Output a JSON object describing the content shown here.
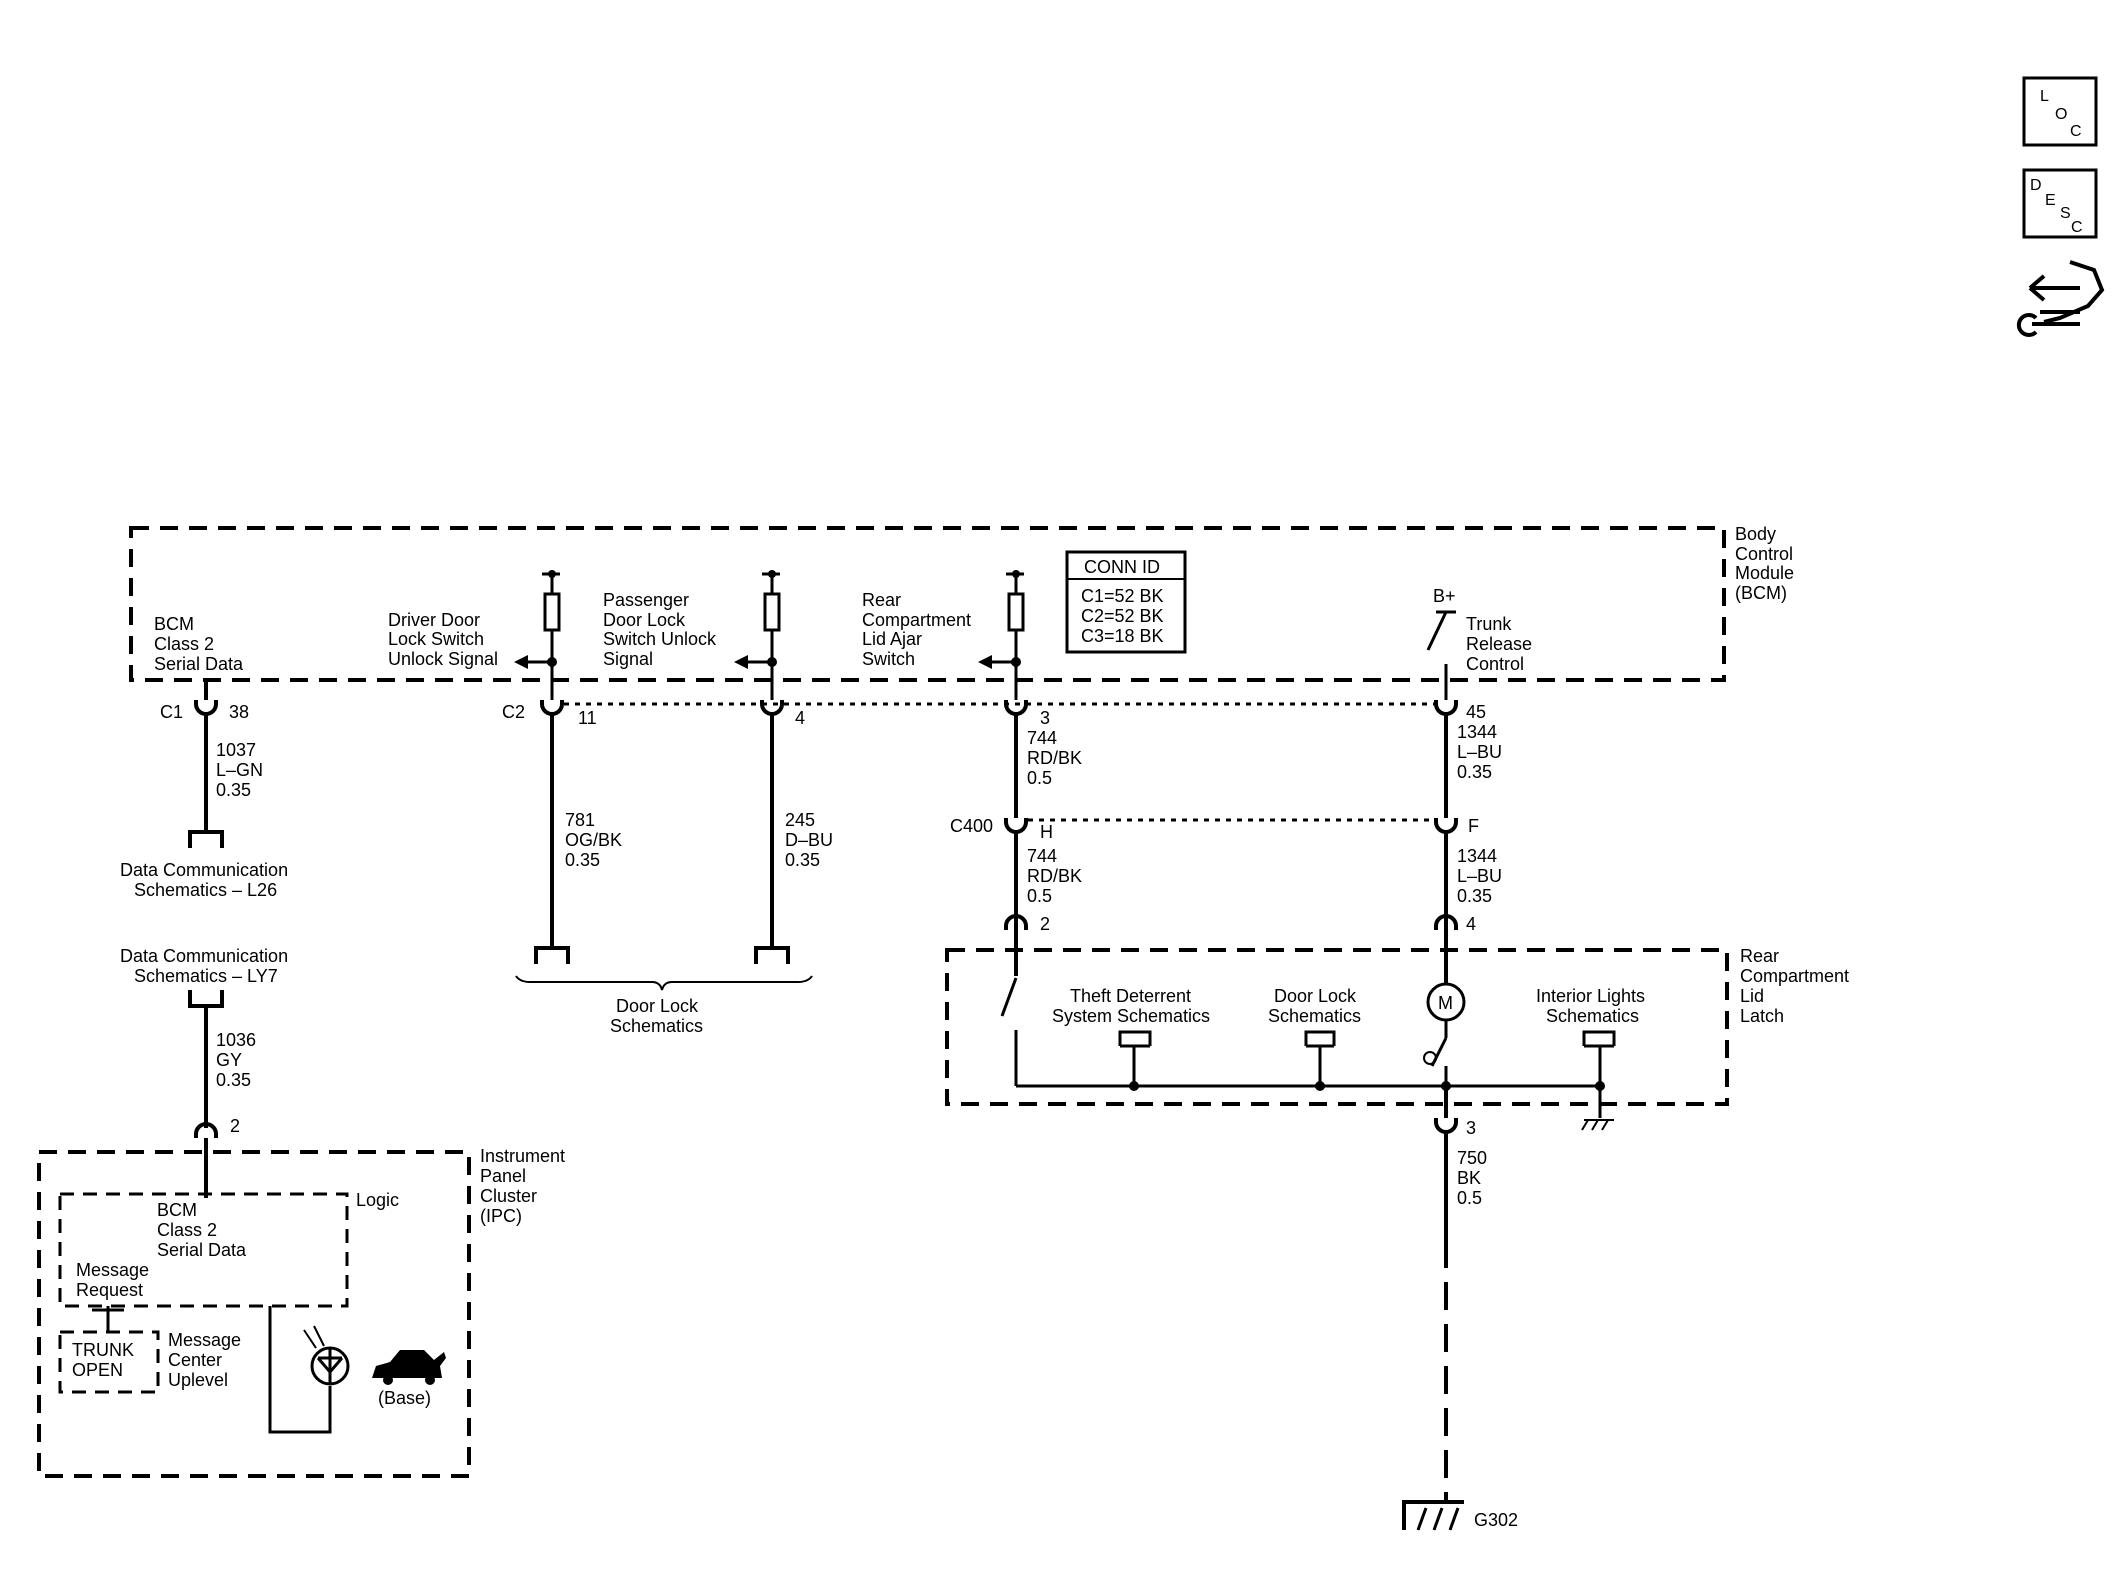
{
  "icons": {
    "loc": [
      "L",
      "O",
      "C"
    ],
    "desc": [
      "D",
      "E",
      "S",
      "C"
    ]
  },
  "bcm": {
    "title": [
      "Body",
      "Control",
      "Module",
      "(BCM)"
    ],
    "serial_data": [
      "BCM",
      "Class 2",
      "Serial Data"
    ],
    "driver_door": [
      "Driver Door",
      "Lock Switch",
      "Unlock Signal"
    ],
    "passenger_door": [
      "Passenger",
      "Door Lock",
      "Switch Unlock",
      "Signal"
    ],
    "rear_lid": [
      "Rear",
      "Compartment",
      "Lid Ajar",
      "Switch"
    ],
    "trunk_release": [
      "Trunk",
      "Release",
      "Control"
    ],
    "bplus": "B+",
    "conn_id": {
      "title": "CONN ID",
      "rows": [
        "C1=52 BK",
        "C2=52 BK",
        "C3=18 BK"
      ]
    }
  },
  "connectors": {
    "c1": "C1",
    "c1_pin": "38",
    "c2": "C2",
    "c2_pin_a": "11",
    "c2_pin_b": "4",
    "pin_3": "3",
    "pin_45": "45",
    "c400": "C400",
    "c400_pin_a": "H",
    "c400_pin_b": "F",
    "latch_pin_a": "2",
    "latch_pin_b": "4",
    "ipc_pin": "2",
    "ground_pin": "3"
  },
  "wires": {
    "w1037": [
      "1037",
      "L–GN",
      "0.35"
    ],
    "w781": [
      "781",
      "OG/BK",
      "0.35"
    ],
    "w245": [
      "245",
      "D–BU",
      "0.35"
    ],
    "w744_upper": [
      "744",
      "RD/BK",
      "0.5"
    ],
    "w744_lower": [
      "744",
      "RD/BK",
      "0.5"
    ],
    "w1344_upper": [
      "1344",
      "L–BU",
      "0.35"
    ],
    "w1344_lower": [
      "1344",
      "L–BU",
      "0.35"
    ],
    "w1036": [
      "1036",
      "GY",
      "0.35"
    ],
    "w750": [
      "750",
      "BK",
      "0.5"
    ]
  },
  "refs": {
    "data_comm_l26": [
      "Data Communication",
      "Schematics – L26"
    ],
    "data_comm_ly7": [
      "Data Communication",
      "Schematics – LY7"
    ],
    "door_lock_left": [
      "Door Lock",
      "Schematics"
    ]
  },
  "latch": {
    "title": [
      "Rear",
      "Compartment",
      "Lid",
      "Latch"
    ],
    "theft": [
      "Theft Deterrent",
      "System Schematics"
    ],
    "door_lock": [
      "Door Lock",
      "Schematics"
    ],
    "interior": [
      "Interior Lights",
      "Schematics"
    ],
    "motor": "M"
  },
  "ipc": {
    "title": [
      "Instrument",
      "Panel",
      "Cluster",
      "(IPC)"
    ],
    "logic": "Logic",
    "serial_data": [
      "BCM",
      "Class 2",
      "Serial Data"
    ],
    "message_request": [
      "Message",
      "Request"
    ],
    "trunk_open": [
      "TRUNK",
      "OPEN"
    ],
    "message_center": [
      "Message",
      "Center",
      "Uplevel"
    ],
    "base": "(Base)"
  },
  "ground": {
    "label": "G302"
  }
}
